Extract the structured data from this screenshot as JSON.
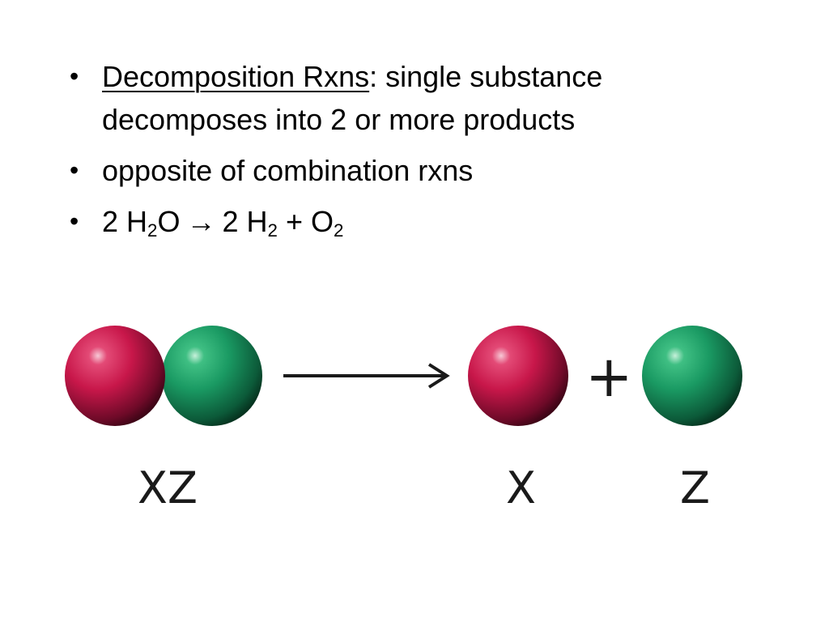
{
  "bullets": {
    "item1": {
      "term": "Decomposition Rxns",
      "rest_line1": ": single substance",
      "rest_line2": "decomposes into 2 or more products"
    },
    "item2": {
      "text": "opposite of combination rxns"
    },
    "item3": {
      "coef1": "2 H",
      "sub1": "2",
      "after_sub1": "O",
      "arrow": "→",
      "coef2": "2 H",
      "sub2": "2",
      "plus": "+ O",
      "sub3": "2"
    },
    "bullet_glyph": "•"
  },
  "diagram": {
    "reactant_label": "XZ",
    "product1_label": "X",
    "product2_label": "Z",
    "plus_sign": "+",
    "colors": {
      "red_sphere": "#c8174a",
      "green_sphere": "#1a9a63",
      "arrow": "#1a1a1a"
    }
  }
}
